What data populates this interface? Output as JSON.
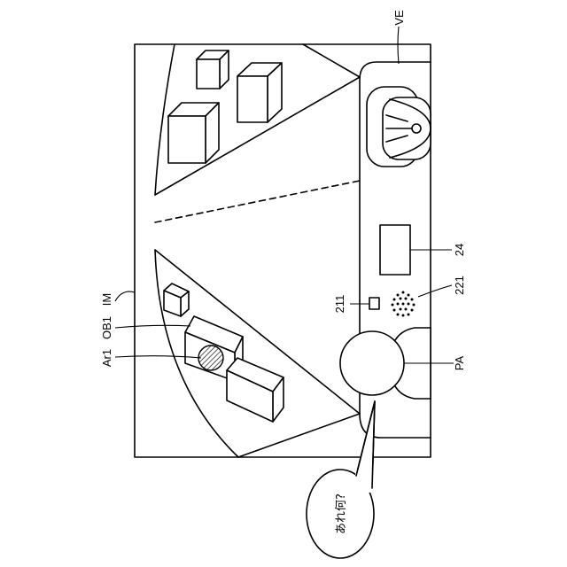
{
  "labels": {
    "ve": "VE",
    "im": "IM",
    "ob1": "OB1",
    "ar1": "Ar1",
    "display_24": "24",
    "speaker_221": "221",
    "camera_211": "211",
    "passenger_pa": "PA"
  },
  "speech_bubble": {
    "text": "あれ何?"
  }
}
